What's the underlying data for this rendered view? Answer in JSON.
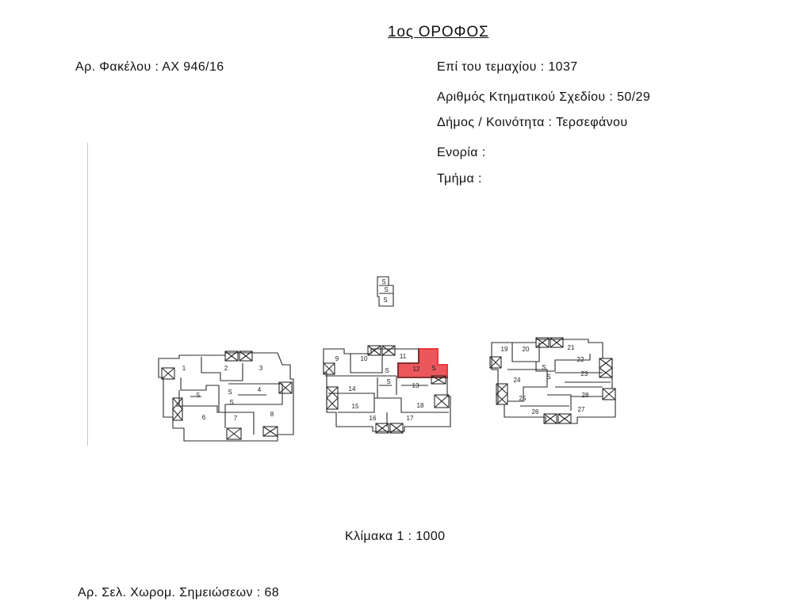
{
  "header": {
    "title": "1ος ΟΡΟΦΟΣ",
    "file_no": "Αρ. Φακέλου  :  ΑΧ 946/16",
    "plot_no": "Επί του τεμαχίου  : 1037",
    "cadastral_sheet": "Αριθμός Κτηματικού Σχεδίου  :  50/29",
    "municipality": "Δήμος / Κοινότητα  :  Τερσεφάνου",
    "parish": "Ενορία  :",
    "section": "Τμήμα   :"
  },
  "footer": {
    "scale": "Κλίμακα  1 : 1000",
    "notes_page": "Αρ. Σελ. Χωρομ. Σημειώσεων  :  68"
  },
  "plan": {
    "units": [
      "1",
      "2",
      "3",
      "4",
      "5",
      "6",
      "7",
      "8",
      "9",
      "10",
      "11",
      "12",
      "13",
      "14",
      "15",
      "16",
      "17",
      "18",
      "19",
      "20",
      "21",
      "22",
      "23",
      "24",
      "25",
      "26",
      "27",
      "28"
    ],
    "highlighted_unit": "12",
    "highlight_color": "#e8393f"
  }
}
